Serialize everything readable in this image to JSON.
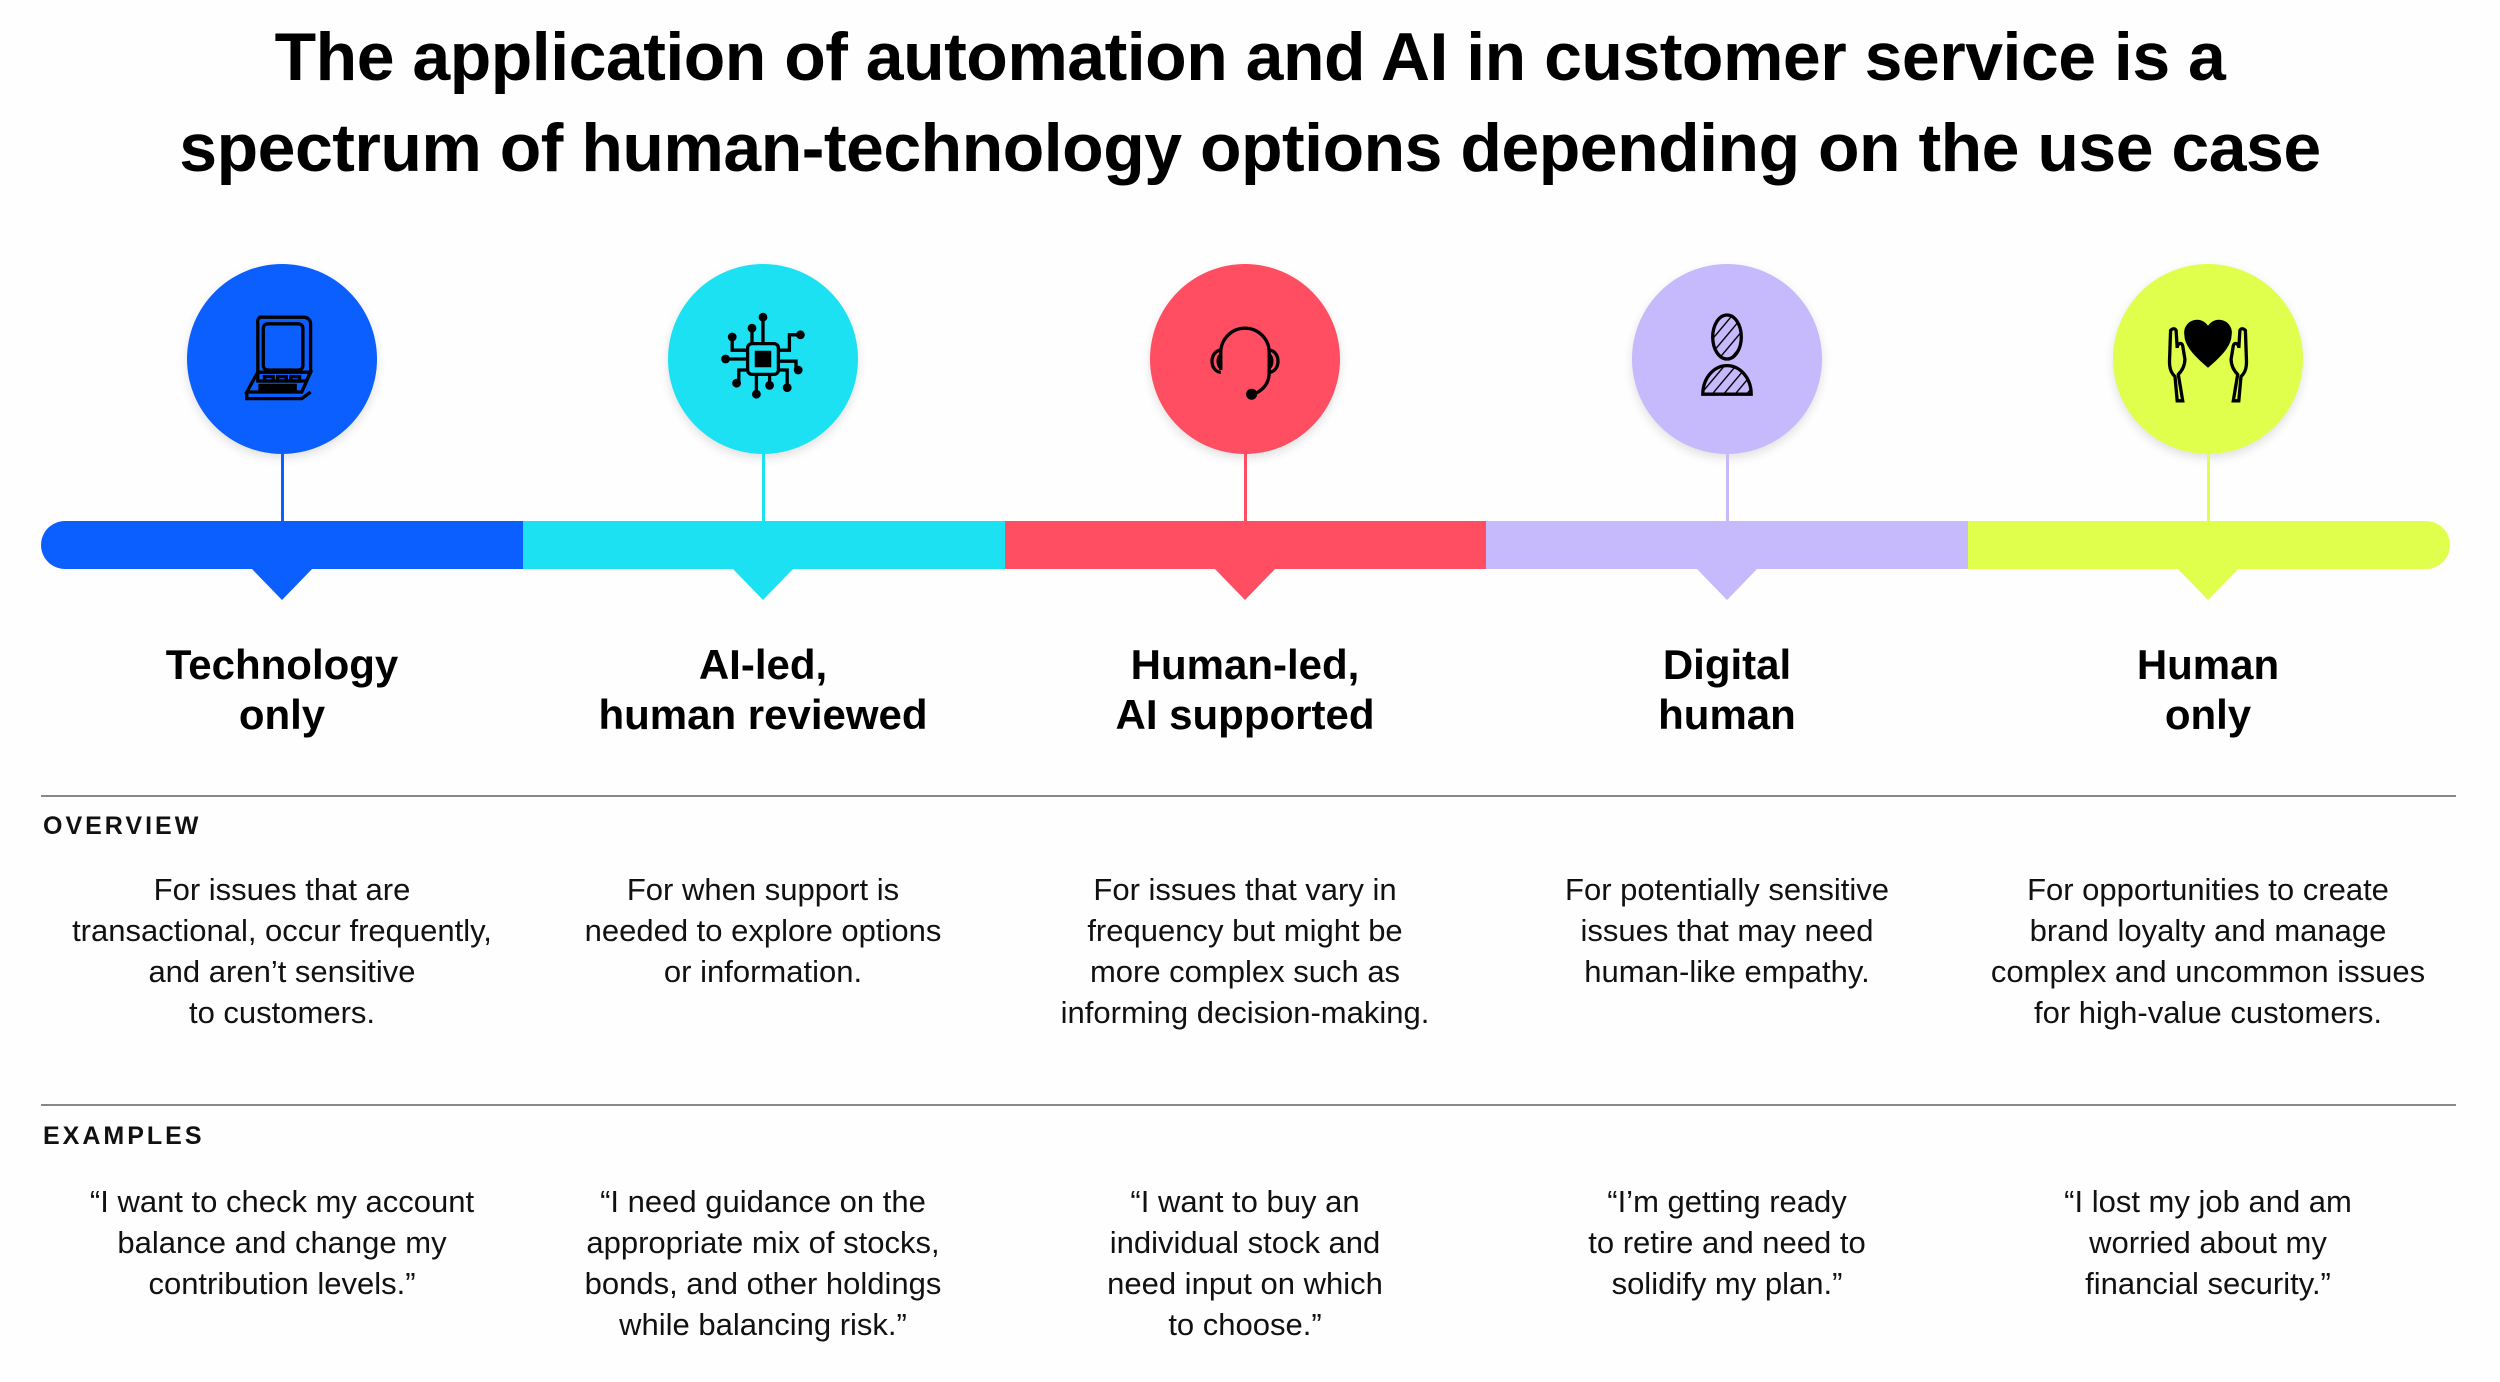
{
  "title": {
    "line1": "The application of automation and AI in customer service is a",
    "line2": "spectrum of human-technology options depending on the use case"
  },
  "section_labels": {
    "overview": "OVERVIEW",
    "examples": "EXAMPLES"
  },
  "stages": [
    {
      "icon": "laptop-icon",
      "color": "#0B5FFF",
      "heading": [
        "Technology",
        "only"
      ],
      "overview": [
        "For issues that are",
        "transactional, occur frequently,",
        "and aren’t sensitive",
        "to customers."
      ],
      "example": [
        "“I want to check my account",
        "balance and change my",
        "contribution levels.”"
      ]
    },
    {
      "icon": "circuit-chip-icon",
      "color": "#1CE1F2",
      "heading": [
        "AI-led,",
        "human reviewed"
      ],
      "overview": [
        "For when support is",
        "needed to explore options",
        "or information."
      ],
      "example": [
        "“I need guidance on the",
        "appropriate mix of stocks,",
        "bonds, and other holdings",
        "while balancing risk.”"
      ]
    },
    {
      "icon": "headset-icon",
      "color": "#FF4D62",
      "heading": [
        "Human-led,",
        "AI supported"
      ],
      "overview": [
        "For issues that vary in",
        "frequency but might be",
        "more complex such as",
        "informing decision-making."
      ],
      "example": [
        "“I want to buy an",
        "individual stock and",
        "need input on which",
        "to choose.”"
      ]
    },
    {
      "icon": "digital-person-icon",
      "color": "#C6B9FC",
      "heading": [
        "Digital",
        "human"
      ],
      "overview": [
        "For potentially sensitive",
        "issues that may need",
        "human-like empathy."
      ],
      "example": [
        "“I’m getting ready",
        "to retire and need to",
        "solidify my plan.”"
      ]
    },
    {
      "icon": "hands-heart-icon",
      "color": "#DFFF4C",
      "heading": [
        "Human",
        "only"
      ],
      "overview": [
        "For opportunities to create",
        "brand loyalty and manage",
        "complex and uncommon issues",
        "for high-value customers."
      ],
      "example": [
        "“I lost my job and am",
        "worried about my",
        "financial security.”"
      ]
    }
  ]
}
